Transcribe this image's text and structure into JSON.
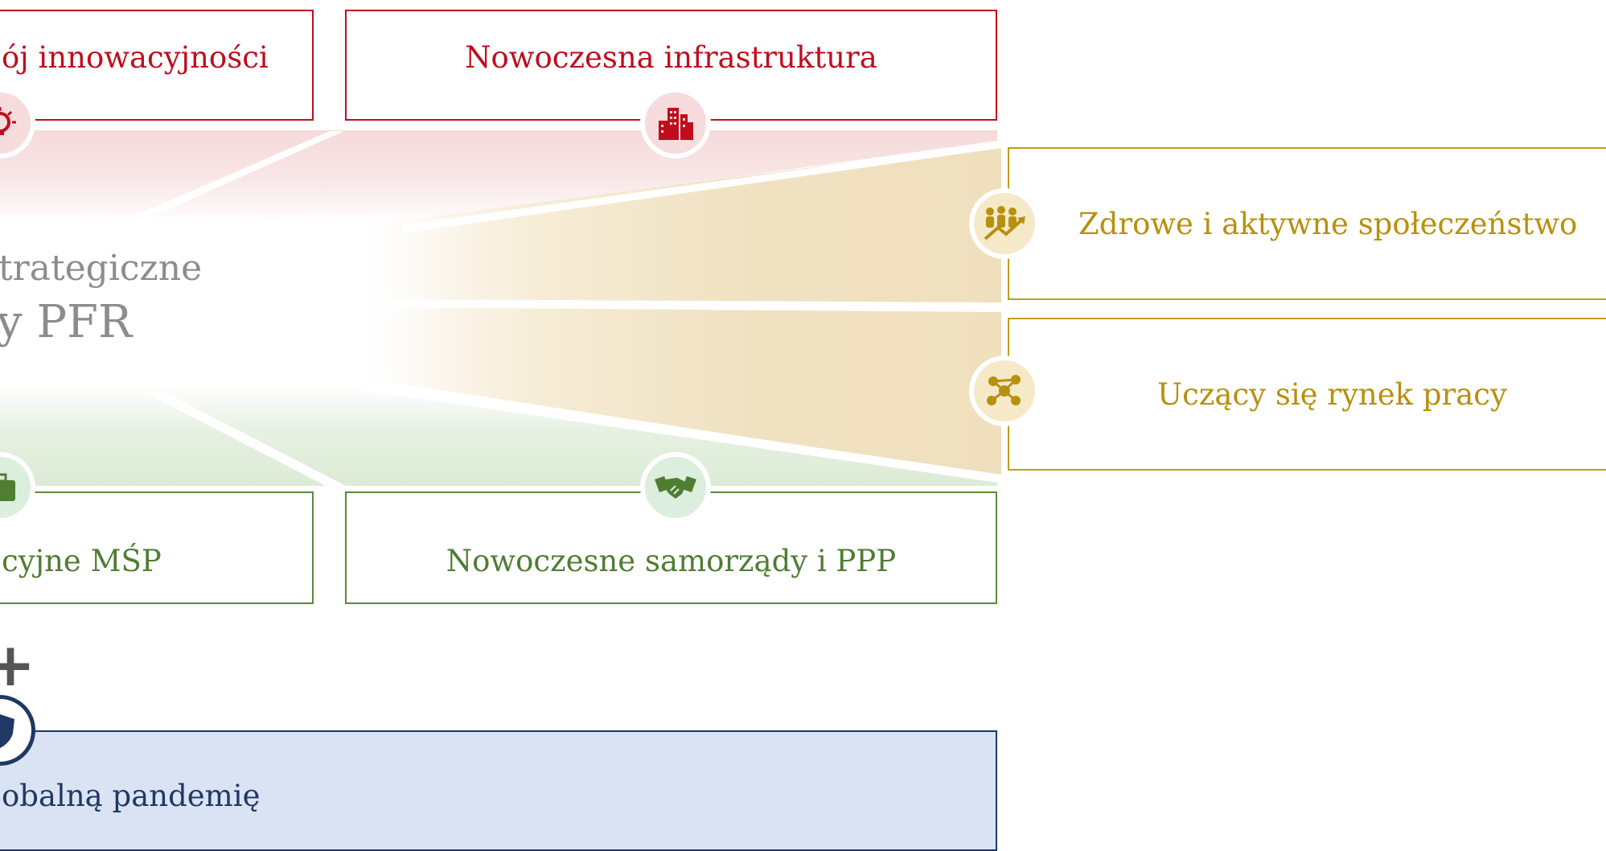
{
  "hub": {
    "line1": "trategiczne",
    "line2": "y PFR"
  },
  "pillars": {
    "innovation": {
      "label": "ój innowacyjności",
      "icon": "lightbulb-icon",
      "color": "#c00d1e"
    },
    "infrastructure": {
      "label": "Nowoczesna infrastruktura",
      "icon": "buildings-icon",
      "color": "#c00d1e"
    },
    "society": {
      "label": "Zdrowe i aktywne społeczeństwo",
      "icon": "people-growth-icon",
      "color": "#b8900f"
    },
    "labor": {
      "label": "Uczący się rynek pracy",
      "icon": "network-icon",
      "color": "#b8900f"
    },
    "sme": {
      "label": "cyjne MŚP",
      "icon": "briefcase-icon",
      "color": "#4f7d32"
    },
    "municipalities": {
      "label": "Nowoczesne samorządy i PPP",
      "icon": "handshake-icon",
      "color": "#4f7d32"
    }
  },
  "plus_symbol": "+",
  "pandemic": {
    "label": "obalną pandemię",
    "icon": "shield-icon",
    "color": "#1f3864"
  }
}
